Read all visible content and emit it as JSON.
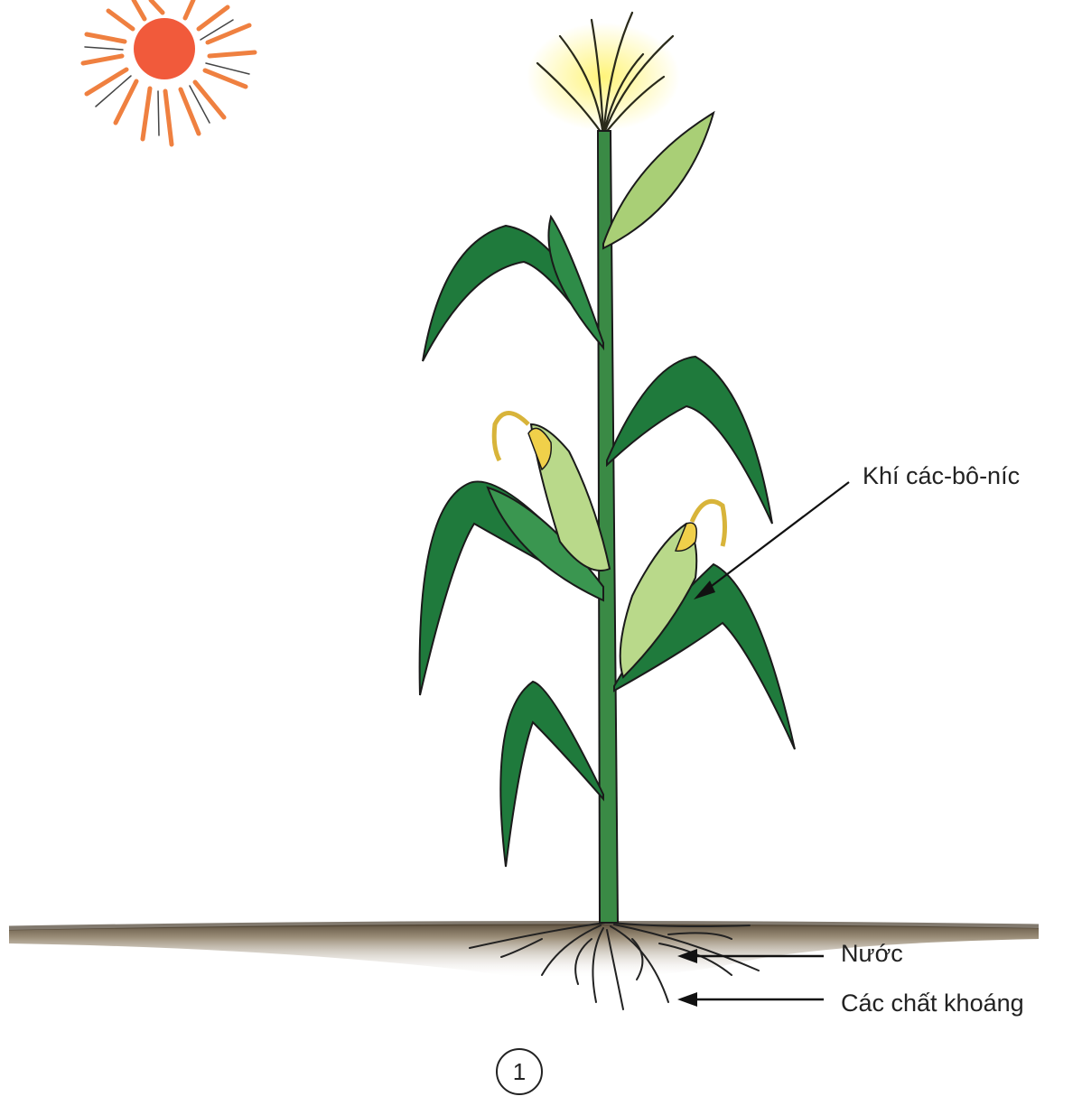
{
  "labels": {
    "co2": "Khí các-bô-níc",
    "water": "Nước",
    "minerals": "Các chất khoáng"
  },
  "figure_number": "1",
  "colors": {
    "sun_core": "#f15a3b",
    "sun_rays": "#ef8040",
    "leaf_dark": "#1f7a3c",
    "leaf_light": "#3e9a55",
    "cob": "#b9d98a",
    "tassel": "#f4e660",
    "soil": "#7a6a52"
  }
}
